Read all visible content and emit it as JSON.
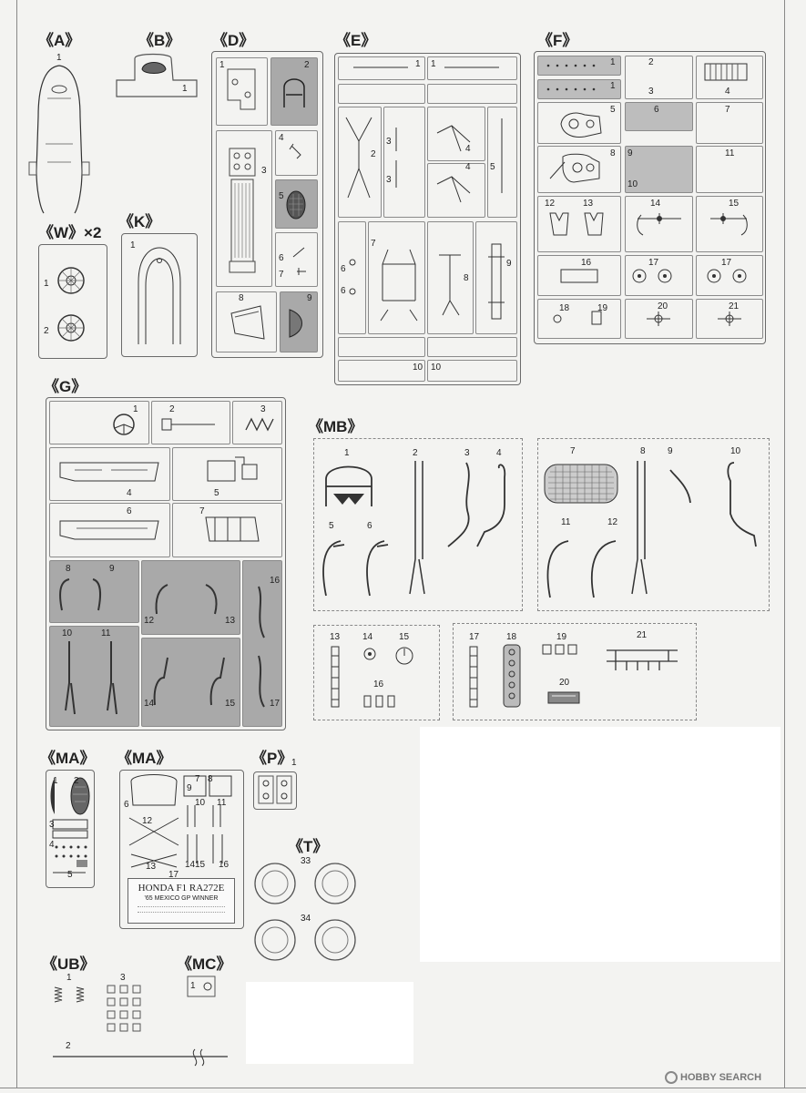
{
  "groups": {
    "A": "《A》",
    "B": "《B》",
    "D": "《D》",
    "E": "《E》",
    "F": "《F》",
    "W": "《W》×2",
    "K": "《K》",
    "G": "《G》",
    "MB": "《MB》",
    "MA1": "《MA》",
    "MA2": "《MA》",
    "P": "《P》",
    "T": "《T》",
    "UB": "《UB》",
    "MC": "《MC》"
  },
  "nums": {
    "A": [
      "1"
    ],
    "B": [
      "1"
    ],
    "D": [
      "1",
      "2",
      "3",
      "4",
      "5",
      "6",
      "7",
      "8",
      "9"
    ],
    "E": [
      "1",
      "1",
      "2",
      "3",
      "3",
      "4",
      "4",
      "5",
      "6",
      "6",
      "7",
      "8",
      "9",
      "10",
      "10"
    ],
    "F": [
      "1",
      "1",
      "2",
      "3",
      "4",
      "5",
      "6",
      "7",
      "8",
      "9",
      "10",
      "11",
      "12",
      "13",
      "14",
      "15",
      "16",
      "17",
      "17",
      "18",
      "19",
      "20",
      "21"
    ],
    "W": [
      "1",
      "2"
    ],
    "K": [
      "1"
    ],
    "G": [
      "1",
      "2",
      "3",
      "4",
      "5",
      "6",
      "7",
      "8",
      "9",
      "10",
      "11",
      "12",
      "13",
      "14",
      "15",
      "16",
      "17"
    ],
    "MB": [
      "1",
      "2",
      "3",
      "4",
      "5",
      "6",
      "7",
      "8",
      "9",
      "10",
      "11",
      "12",
      "13",
      "14",
      "15",
      "16",
      "17",
      "18",
      "19",
      "20",
      "21"
    ],
    "MA": [
      "1",
      "2",
      "3",
      "4",
      "5",
      "6",
      "7",
      "8",
      "9",
      "10",
      "11",
      "12",
      "13",
      "14",
      "15",
      "16",
      "17"
    ],
    "P": [
      "1"
    ],
    "T": [
      "33",
      "34"
    ],
    "UB": [
      "1",
      "2",
      "3"
    ],
    "MC": [
      "1"
    ]
  },
  "plate": {
    "title": "HONDA F1 RA272E",
    "subtitle": "'65 MEXICO GP WINNER"
  },
  "watermark": "HOBBY SEARCH"
}
